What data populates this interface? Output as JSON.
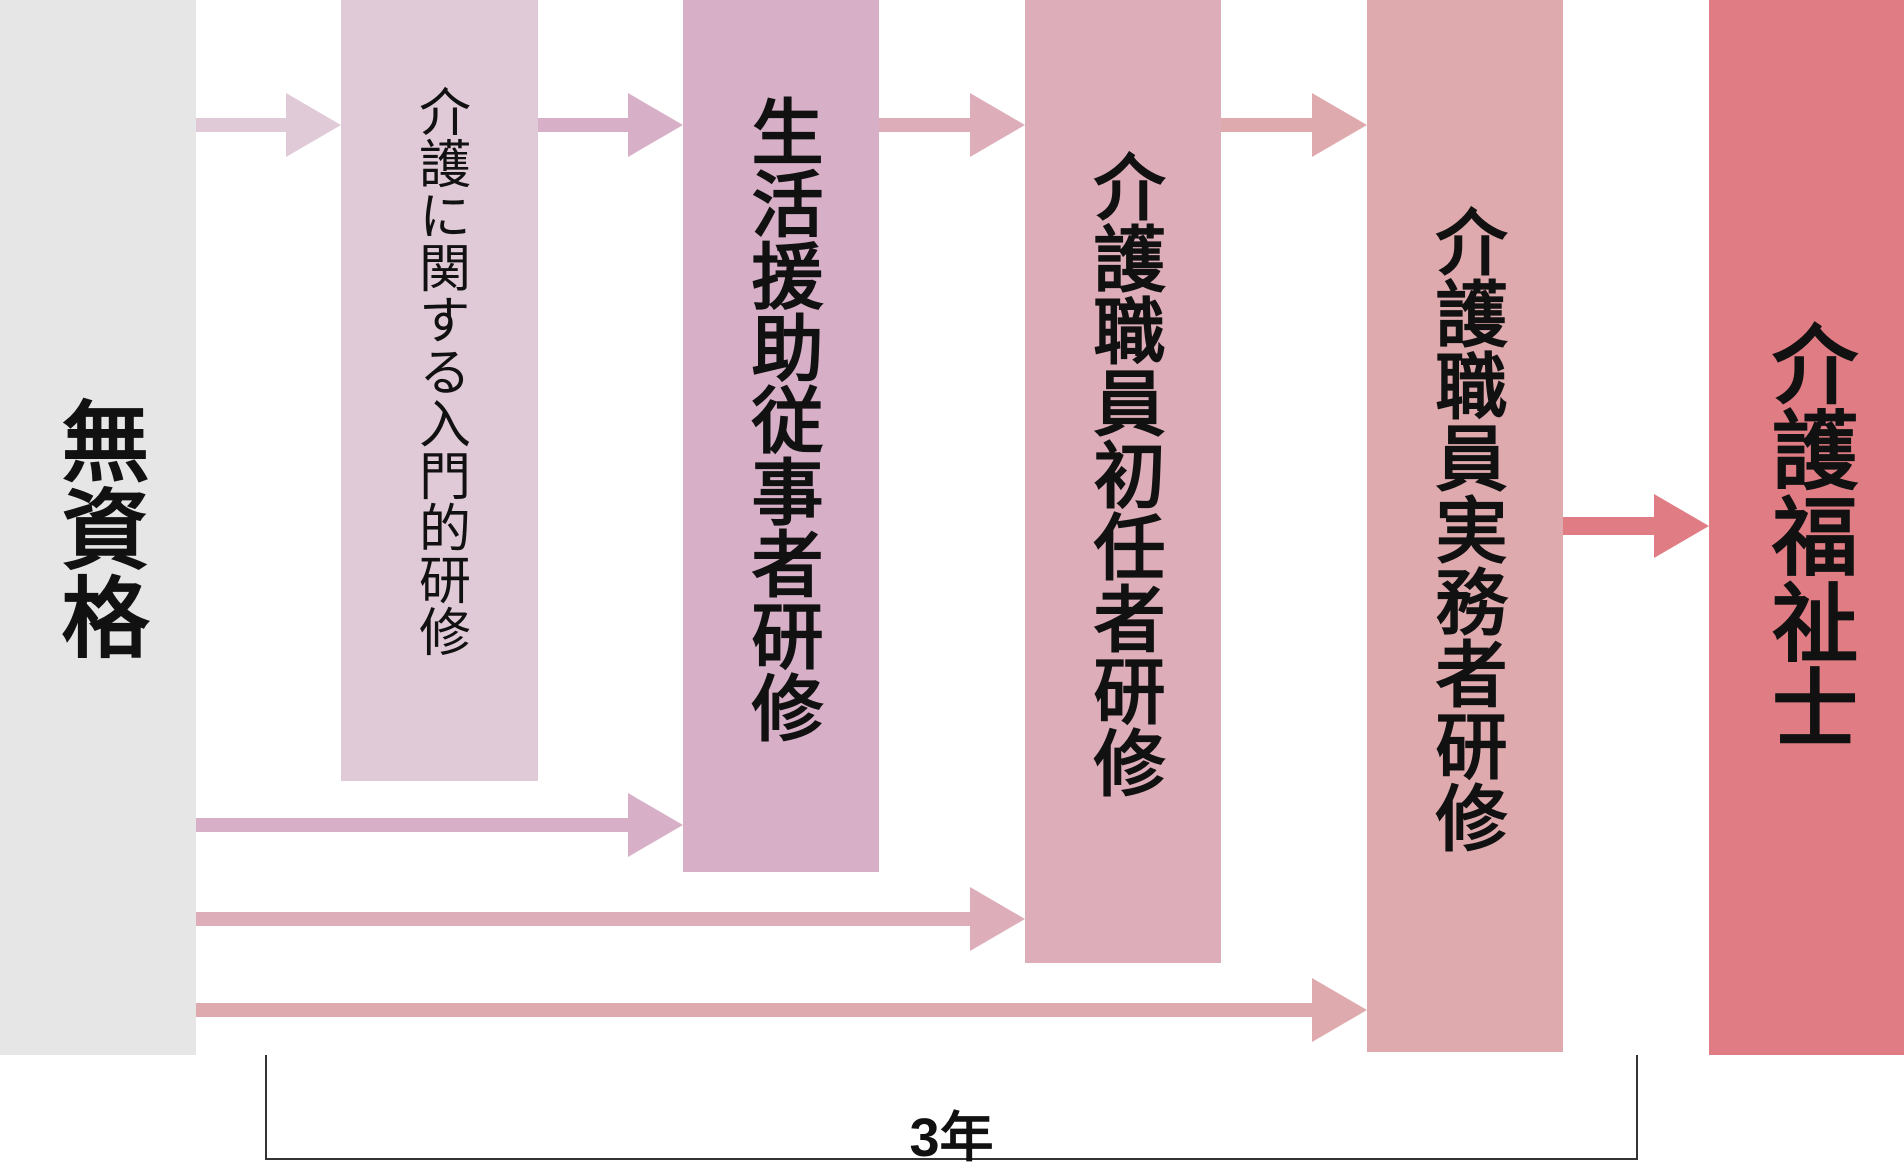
{
  "stages": [
    {
      "id": "no-qualification",
      "label": "無資格",
      "color": "#e6e6e6"
    },
    {
      "id": "intro-training",
      "label": "介護に関する入門的研修",
      "color": "#e0cad7"
    },
    {
      "id": "life-support-training",
      "label": "生活援助従事者研修",
      "color": "#d7b0c8"
    },
    {
      "id": "initial-training",
      "label": "介護職員初任者研修",
      "color": "#ddadb9"
    },
    {
      "id": "practical-training",
      "label": "介護職員実務者研修",
      "color": "#dfaaae"
    },
    {
      "id": "care-worker",
      "label": "介護福祉士",
      "color": "#e07c83"
    }
  ],
  "arrow_colors": {
    "a1": "#e0cad7",
    "a2": "#d7b0c8",
    "a3": "#ddadb9",
    "a4": "#dfaaae",
    "a5": "#e07c83"
  },
  "duration_label": "3年"
}
